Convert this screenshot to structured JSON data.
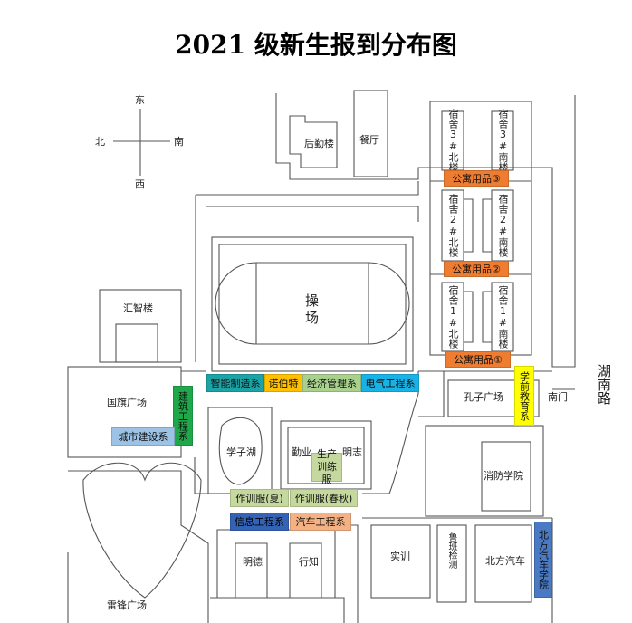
{
  "title": "2021 级新生报到分布图",
  "compass": {
    "east": "东",
    "west": "西",
    "north": "北",
    "south": "南"
  },
  "buildings": {
    "logistics": "后勤楼",
    "canteen": "餐厅",
    "dorm3_north": "宿舍3#北楼",
    "dorm3_south": "宿舍3#南楼",
    "dorm2_north": "宿舍2#北楼",
    "dorm2_south": "宿舍2#南楼",
    "dorm1_north": "宿舍1#北楼",
    "dorm1_south": "宿舍1#南楼",
    "playground": "操场",
    "huizhi": "汇智楼",
    "flag_square": "国旗广场",
    "confucius_square": "孔子广场",
    "south_gate": "南门",
    "road": "湖南路",
    "xuezi_lake": "学子湖",
    "qinye": "勤业",
    "mingzhi": "明志",
    "fire_academy": "消防学院",
    "shixun": "实训",
    "lujian": "鲁班检测",
    "beifang_auto": "北方汽车",
    "mingde": "明德",
    "xingzhi": "行知",
    "leifeng": "雷锋广场"
  },
  "stations": {
    "supplies3": "公寓用品③",
    "supplies2": "公寓用品②",
    "supplies1": "公寓用品①",
    "smart_manufacturing": "智能制造系",
    "nobelt": "诺伯特",
    "economic_management": "经济管理系",
    "electrical_engineering": "电气工程系",
    "preschool_education": "学前教育系",
    "construction_engineering": "建筑工程系",
    "urban_construction": "城市建设系",
    "production_uniform": "生产训练服",
    "uniform_summer": "作训服(夏)",
    "uniform_spring_autumn": "作训服(春秋)",
    "info_engineering": "信息工程系",
    "auto_engineering": "汽车工程系",
    "beifang_auto_academy": "北方汽车学院"
  },
  "colors": {
    "orange": "#ee7d31",
    "teal": "#1ba3a6",
    "yellow_orange": "#ffc000",
    "light_green": "#a9d18e",
    "sky_blue": "#17b2e6",
    "yellow": "#ffff00",
    "green": "#1fa84a",
    "light_blue": "#9cc3e6",
    "olive": "#c5d89e",
    "navy": "#3462b4",
    "peach": "#f4b183",
    "blue": "#4a7ac4"
  }
}
